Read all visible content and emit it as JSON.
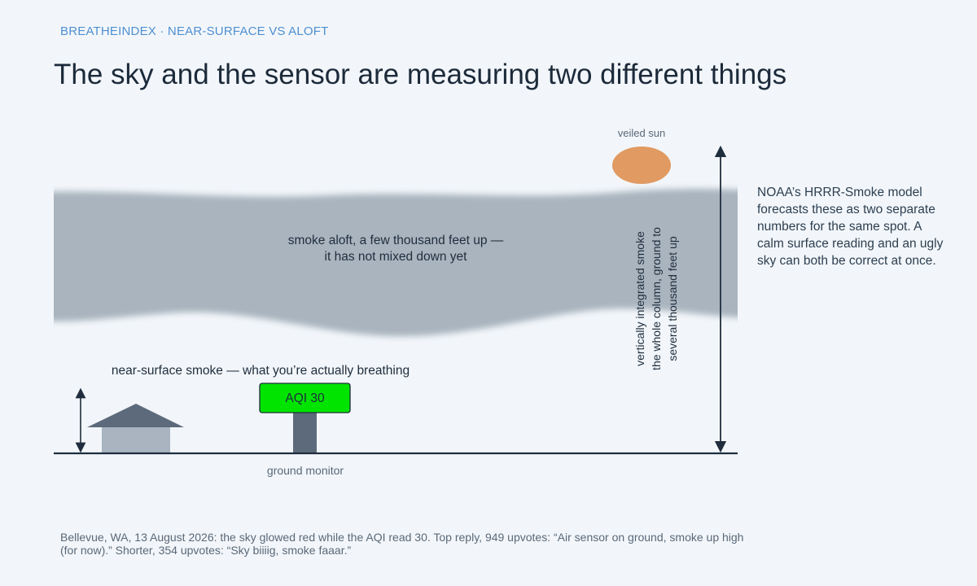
{
  "header": {
    "kicker": "BREATHEINDEX · NEAR-SURFACE VS ALOFT",
    "headline": "The sky and the sensor are measuring two different things"
  },
  "diagram": {
    "sun_label": "veiled sun",
    "smoke_aloft_label_line1": "smoke aloft, a few thousand feet up —",
    "smoke_aloft_label_line2": "it has not mixed down yet",
    "near_surface_label": "near-surface smoke — what you’re actually breathing",
    "aqi_sign": "AQI 30",
    "monitor_label": "ground monitor",
    "column_label_line1": "vertically integrated smoke",
    "column_label_line2": "the whole column, ground to",
    "column_label_line3": "several thousand feet up",
    "colors": {
      "smoke": "#a9b4be",
      "sun": "#e09a62",
      "aqi_good": "#00e400",
      "ink": "#1f2d3d",
      "house_roof": "#5d6a7b",
      "house_wall": "#a9b4c0",
      "post": "#5d6a7b"
    }
  },
  "sidebar_note": "NOAA’s HRRR-Smoke model forecasts these as two separate numbers for the same spot. A calm surface reading and an ugly sky can both be correct at once.",
  "caption": "Bellevue, WA, 13 August 2026: the sky glowed red while the AQI read 30. Top reply, 949 upvotes: “Air sensor on ground, smoke up high (for now).” Shorter, 354 upvotes: “Sky biiiig, smoke faaar.”"
}
